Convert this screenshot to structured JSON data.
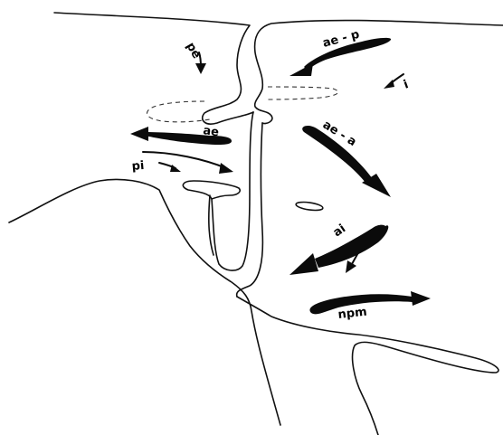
{
  "labels": {
    "pe": "pe",
    "ae_p": "ae - p",
    "i": "i",
    "ae": "ae",
    "pi": "pi",
    "ae_a": "ae - a",
    "ai": "ai",
    "npm": "npm"
  }
}
